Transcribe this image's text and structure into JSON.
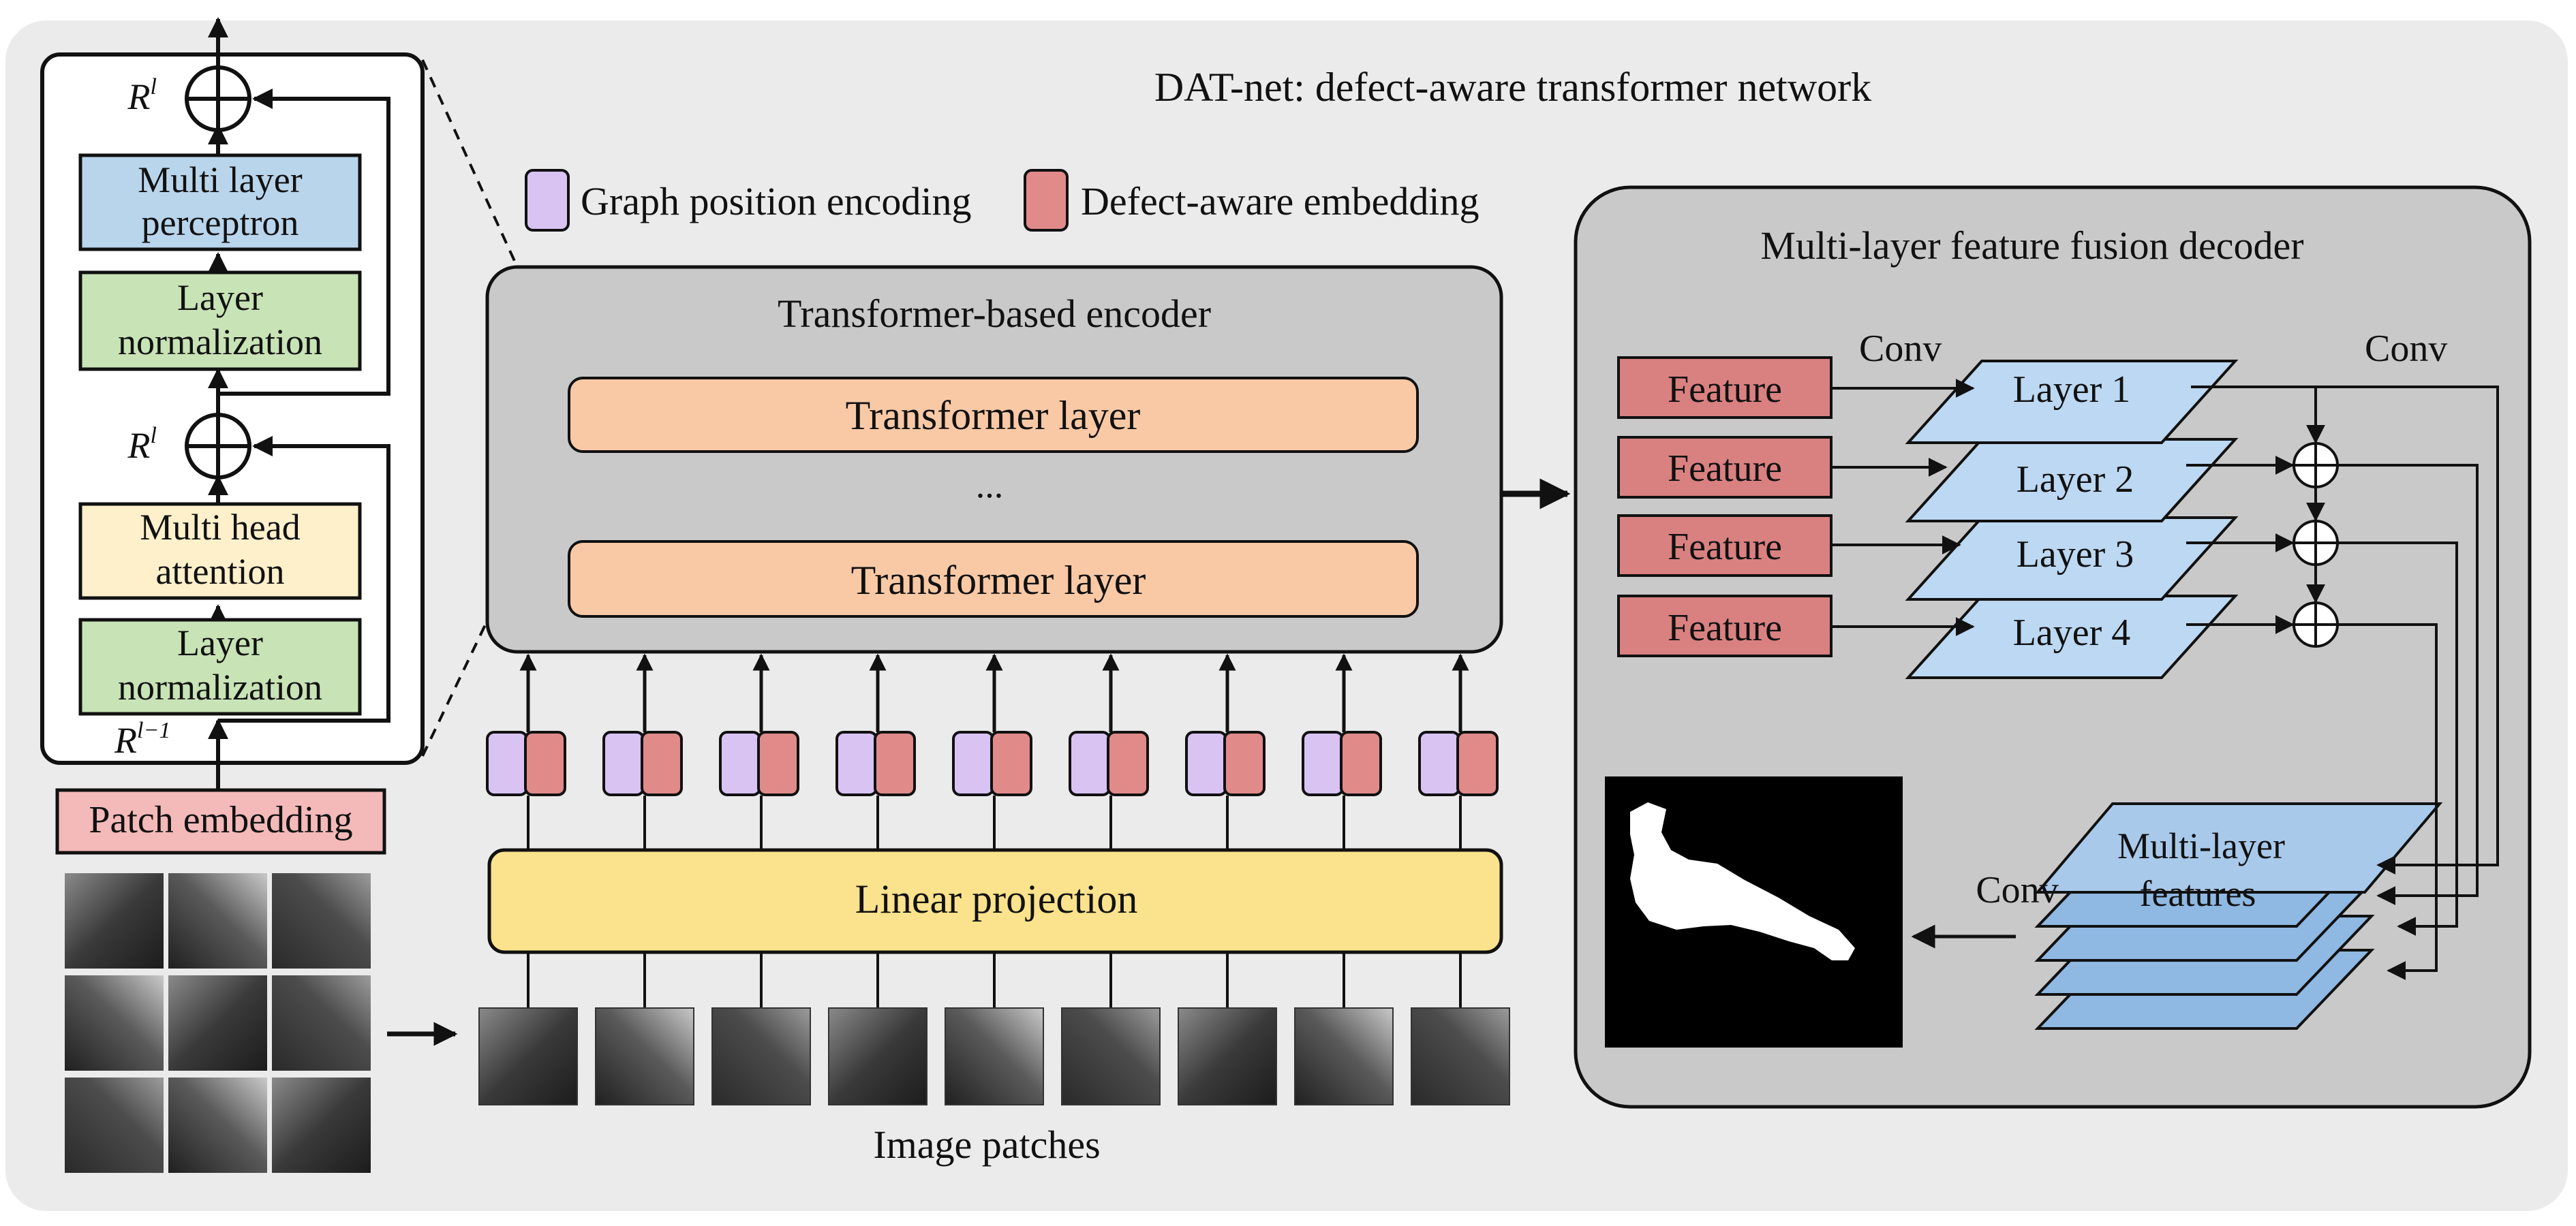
{
  "title": "DAT-net: defect-aware transformer network",
  "legend": {
    "graph_position_encoding": "Graph position encoding",
    "defect_aware_embedding": "Defect-aware embedding"
  },
  "transformer_block": {
    "residual_top": "R",
    "residual_top_sup": "l",
    "mlp_line1": "Multi layer",
    "mlp_line2": "perceptron",
    "norm_top_line1": "Layer",
    "norm_top_line2": "normalization",
    "residual_mid": "R",
    "residual_mid_sup": "l",
    "mha_line1": "Multi head",
    "mha_line2": "attention",
    "norm_bottom_line1": "Layer",
    "norm_bottom_line2": "normalization",
    "residual_in": "R",
    "residual_in_sup": "l−1"
  },
  "patch_embedding": "Patch embedding",
  "encoder": {
    "title": "Transformer-based encoder",
    "layer_top": "Transformer layer",
    "ellipsis": "...",
    "layer_bottom": "Transformer layer"
  },
  "linear_projection": "Linear projection",
  "image_patches": "Image patches",
  "decoder": {
    "title": "Multi-layer feature fusion decoder",
    "conv_left": "Conv",
    "conv_right": "Conv",
    "conv_output": "Conv",
    "features": [
      "Feature",
      "Feature",
      "Feature",
      "Feature"
    ],
    "layers": [
      "Layer 1",
      "Layer 2",
      "Layer 3",
      "Layer 4"
    ],
    "multilayer_line1": "Multi-layer",
    "multilayer_line2": "features"
  },
  "colors": {
    "panel_fill": "#c9c9c9",
    "panel_stroke": "#333333",
    "transformer_layer": "#f9c9a6",
    "linear_projection": "#fbe28c",
    "mlp": "#b9d5ec",
    "layer_norm": "#c8e3b6",
    "attention": "#fdf0cb",
    "patch_embedding": "#f4b9b9",
    "feature": "#d98080",
    "layer_parallelogram": "#bcd8f2",
    "multilayer_sheet": "#8fb8e2",
    "graph_position": "#d8c3f3",
    "defect_aware": "#e08a8a"
  }
}
